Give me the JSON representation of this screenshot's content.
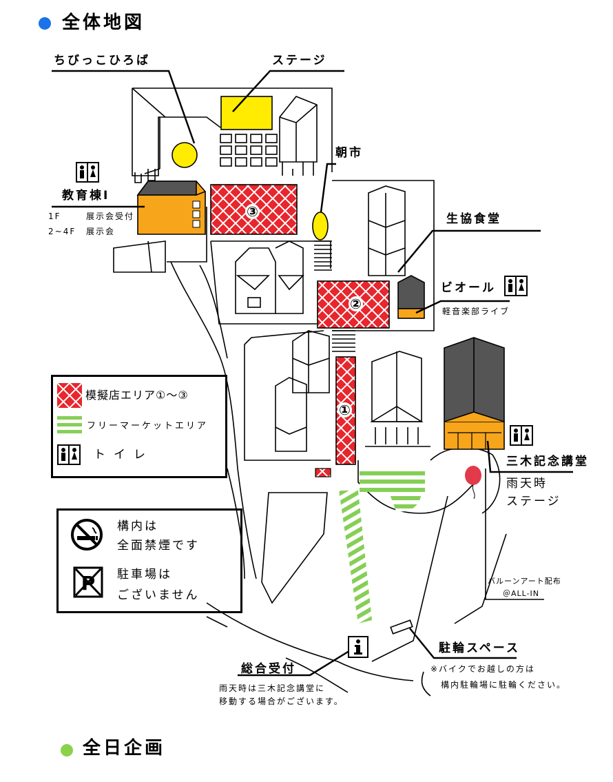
{
  "colors": {
    "accent_blue": "#1a73e8",
    "accent_green": "#8bd14a",
    "market_green": "#86cf57",
    "stage_yellow": "#ffec00",
    "building_orange": "#f7a51b",
    "zone_red": "#e8262d",
    "dark_gray": "#555555",
    "balloon": "#e23a4a"
  },
  "sections": {
    "map_heading": "全体地図",
    "program_heading": "全日企画"
  },
  "places": {
    "chibikko": "ちびっこひろば",
    "stage": "ステージ",
    "asaichi": "朝市",
    "kyoiku_title": "教育棟Ⅰ",
    "kyoiku_1f_floor": "1F",
    "kyoiku_1f_desc": "展示会受付",
    "kyoiku_24f_floor": "2~4F",
    "kyoiku_24f_desc": "展示会",
    "seikyo": "生協食堂",
    "biol": "ビオール",
    "biol_sub": "軽音楽部ライブ",
    "miki_title": "三木記念講堂",
    "rain_stage_1": "雨天時",
    "rain_stage_2": "ステージ",
    "balloon_1": "バルーンアート配布",
    "balloon_2": "＠ALL-IN",
    "churin": "駐輪スペース",
    "churin_note_1": "※バイクでお越しの方は",
    "churin_note_2": "構内駐輪場に駐輪ください。",
    "sogo": "総合受付",
    "sogo_note_1": "雨天時は三木記念講堂に",
    "sogo_note_2": "移動する場合がございます。"
  },
  "zones": {
    "z1": "①",
    "z2": "②",
    "z3": "③"
  },
  "legend": {
    "stalls": "模擬店エリア①～③",
    "market": "フリーマーケットエリア",
    "toilet": "トイレ"
  },
  "notices": {
    "no_smoking_1": "構内は",
    "no_smoking_2": "全面禁煙です",
    "no_parking_1": "駐車場は",
    "no_parking_2": "ございません"
  },
  "icons": [
    "toilet-icon",
    "no-smoking-icon",
    "no-parking-icon",
    "info-icon",
    "balloon-icon"
  ]
}
